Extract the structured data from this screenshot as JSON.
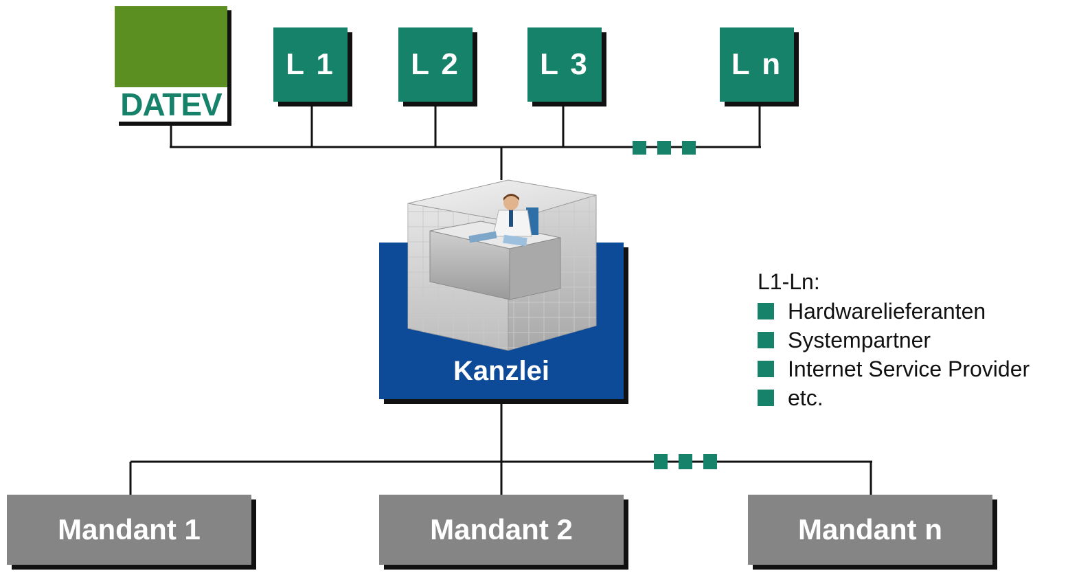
{
  "brand": {
    "logo_text": "DATEV",
    "green": "#5b8f22",
    "teal": "#17826a"
  },
  "providers": [
    {
      "label": "L 1"
    },
    {
      "label": "L 2"
    },
    {
      "label": "L 3"
    },
    {
      "label": "L n"
    }
  ],
  "center": {
    "label": "Kanzlei",
    "color": "#0d4a97"
  },
  "clients": [
    {
      "label": "Mandant 1"
    },
    {
      "label": "Mandant 2"
    },
    {
      "label": "Mandant n"
    }
  ],
  "legend": {
    "title": "L1-Ln:",
    "items": [
      "Hardwarelieferanten",
      "Systempartner",
      "Internet Service Provider",
      "etc."
    ]
  },
  "colors": {
    "client_box": "#858585",
    "shadow": "#111111",
    "line": "#111111"
  }
}
